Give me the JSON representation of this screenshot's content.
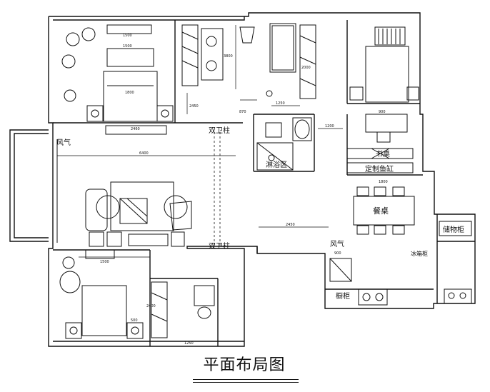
{
  "title": "平面布局图",
  "rooms": {
    "air_top": "风气",
    "window_pillar_top": "双卫柱",
    "window_pillar_mid": "双卫柱",
    "shower": "淋浴区",
    "desk": "书桌",
    "cabinet": "定制鱼缸",
    "dining": "餐桌",
    "air_mid": "风气",
    "storage": "储物柜",
    "stove": "橱柜",
    "fridge": "冰箱柜"
  },
  "dims": {
    "a": "1500",
    "b": "1500",
    "c": "1800",
    "d": "3800",
    "e": "2450",
    "f": "2460",
    "g": "6400",
    "h": "1250",
    "i": "870",
    "j": "1200",
    "k": "2450",
    "l": "1800",
    "m": "900",
    "n": "1500",
    "o": "1250",
    "p": "2400",
    "q": "500",
    "r": "900",
    "s": "2000"
  },
  "colors": {
    "line": "#111111",
    "bg": "#ffffff"
  }
}
